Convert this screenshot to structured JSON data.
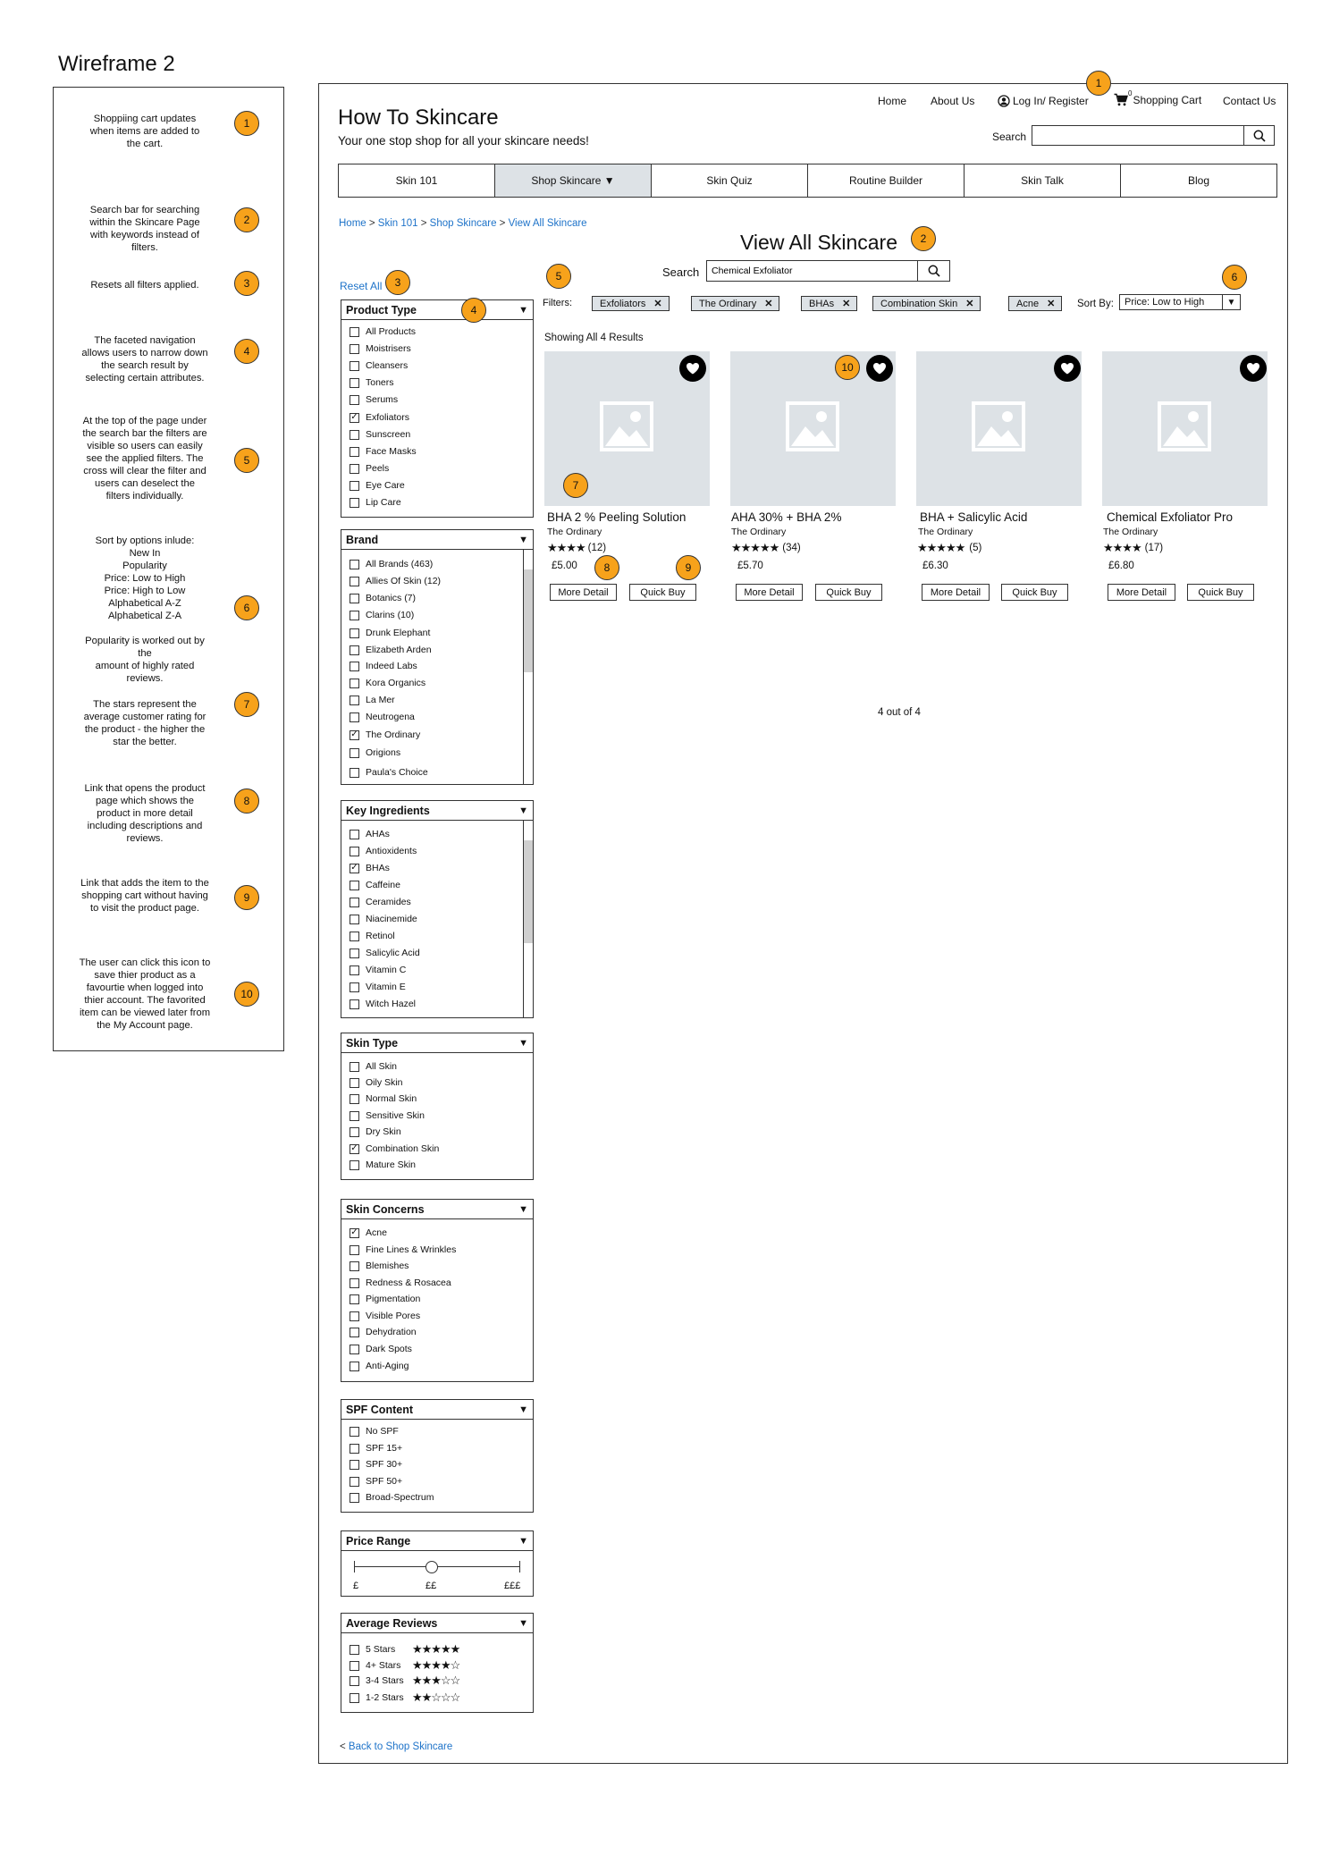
{
  "wireframe_title": "Wireframe 2",
  "notes": [
    {
      "num": "1",
      "lines": [
        "Shoppiing cart updates",
        "when items are added to",
        "the cart."
      ]
    },
    {
      "num": "2",
      "lines": [
        "Search bar for searching",
        "within the Skincare Page",
        "with keywords instead of",
        "filters."
      ]
    },
    {
      "num": "3",
      "lines": [
        "Resets all filters applied."
      ]
    },
    {
      "num": "4",
      "lines": [
        "The faceted navigation",
        "allows users to narrow down",
        "the search result by",
        "selecting certain attributes."
      ]
    },
    {
      "num": "5",
      "lines": [
        "At the top of the page under",
        "the search bar the filters are",
        "visible so users can easily",
        "see the applied filters. The",
        "cross will clear the filter and",
        "users can deselect the",
        "filters individually."
      ]
    },
    {
      "num": "6",
      "lines": [
        "Sort by options inlude:",
        "New In",
        "Popularity",
        "Price: Low to High",
        "Price: High to Low",
        "Alphabetical A-Z",
        "Alphabetical Z-A",
        "",
        "Popularity is worked out by the",
        "amount of highly rated reviews."
      ]
    },
    {
      "num": "7",
      "lines": [
        "The stars represent the",
        "average customer rating for",
        "the product -  the higher the",
        "star the better."
      ]
    },
    {
      "num": "8",
      "lines": [
        "Link that opens the product",
        "page which shows the",
        "product in more detail",
        "including descriptions and",
        "reviews."
      ]
    },
    {
      "num": "9",
      "lines": [
        "Link that adds the item to the",
        "shopping cart without having",
        "to visit the product page."
      ]
    },
    {
      "num": "10",
      "lines": [
        "The user can click this icon to",
        "save thier product as a",
        "favourtie when logged into",
        "thier account. The favorited",
        "item can be viewed later from",
        "the My Account page."
      ]
    }
  ],
  "site": {
    "title": "How To Skincare",
    "tagline": "Your one stop shop for all your skincare needs!"
  },
  "top_nav": {
    "home": "Home",
    "about": "About Us",
    "login": "Log In/ Register",
    "cart_count": "0",
    "cart": "Shopping Cart",
    "contact": "Contact Us"
  },
  "header_search": {
    "label": "Search",
    "value": "",
    "placeholder": ""
  },
  "main_nav": [
    "Skin 101",
    "Shop Skincare ▼",
    "Skin Quiz",
    "Routine Builder",
    "Skin Talk",
    "Blog"
  ],
  "main_nav_active": 1,
  "breadcrumb": {
    "home": "Home",
    "sep": " > ",
    "skin101": "Skin 101",
    "shop": "Shop Skincare",
    "current": "View All Skincare"
  },
  "page_title": "View All Skincare",
  "content_search": {
    "label": "Search",
    "value": "Chemical Exfoliator"
  },
  "reset_all": "Reset All",
  "filters_label": "Filters:",
  "active_filters": [
    "Exfoliators",
    "The Ordinary",
    "BHAs",
    "Combination Skin",
    "Acne"
  ],
  "sort": {
    "label": "Sort By:",
    "value": "Price: Low to High",
    "arrow": "▼"
  },
  "results_count": "Showing All 4 Results",
  "products": [
    {
      "name": "BHA 2 % Peeling Solution",
      "brand": "The Ordinary",
      "stars": "★★★★",
      "reviews": "(12)",
      "price": "£5.00",
      "more": "More Detail",
      "quick": "Quick Buy"
    },
    {
      "name": "AHA 30% + BHA 2%",
      "brand": "The Ordinary",
      "stars": "★★★★★",
      "reviews": "(34)",
      "price": "£5.70",
      "more": "More Detail",
      "quick": "Quick Buy"
    },
    {
      "name": "BHA + Salicylic Acid",
      "brand": "The Ordinary",
      "stars": "★★★★★",
      "reviews": "(5)",
      "price": "£6.30",
      "more": "More Detail",
      "quick": "Quick Buy"
    },
    {
      "name": "Chemical Exfoliator Pro",
      "brand": "The Ordinary",
      "stars": "★★★★",
      "reviews": "(17)",
      "price": "£6.80",
      "more": "More Detail",
      "quick": "Quick Buy"
    }
  ],
  "pagination": "4 out of 4",
  "back_link": {
    "prefix": "< ",
    "text": "Back to Shop Skincare"
  },
  "facets": {
    "product_type": {
      "title": "Product Type",
      "arrow": "▼",
      "options": [
        {
          "label": "All Products",
          "checked": false
        },
        {
          "label": "Moistrisers",
          "checked": false
        },
        {
          "label": "Cleansers",
          "checked": false
        },
        {
          "label": "Toners",
          "checked": false
        },
        {
          "label": "Serums",
          "checked": false
        },
        {
          "label": "Exfoliators",
          "checked": true
        },
        {
          "label": "Sunscreen",
          "checked": false
        },
        {
          "label": "Face Masks",
          "checked": false
        },
        {
          "label": "Peels",
          "checked": false
        },
        {
          "label": "Eye Care",
          "checked": false
        },
        {
          "label": "Lip Care",
          "checked": false
        }
      ]
    },
    "brand": {
      "title": "Brand",
      "arrow": "▼",
      "options": [
        {
          "label": "All Brands (463)",
          "checked": false
        },
        {
          "label": "Allies Of Skin (12)",
          "checked": false
        },
        {
          "label": "Botanics (7)",
          "checked": false
        },
        {
          "label": "Clarins (10)",
          "checked": false
        },
        {
          "label": "Drunk Elephant",
          "checked": false
        },
        {
          "label": "Elizabeth Arden",
          "checked": false
        },
        {
          "label": "Indeed Labs",
          "checked": false
        },
        {
          "label": "Kora Organics",
          "checked": false
        },
        {
          "label": "La Mer",
          "checked": false
        },
        {
          "label": "Neutrogena",
          "checked": false
        },
        {
          "label": "The Ordinary",
          "checked": true
        },
        {
          "label": "Origions",
          "checked": false
        },
        {
          "label": "Paula's Choice",
          "checked": false
        }
      ]
    },
    "key_ingredients": {
      "title": "Key Ingredients",
      "arrow": "▼",
      "options": [
        {
          "label": "AHAs",
          "checked": false
        },
        {
          "label": "Antioxidents",
          "checked": false
        },
        {
          "label": "BHAs",
          "checked": true
        },
        {
          "label": "Caffeine",
          "checked": false
        },
        {
          "label": "Ceramides",
          "checked": false
        },
        {
          "label": "Niacinemide",
          "checked": false
        },
        {
          "label": "Retinol",
          "checked": false
        },
        {
          "label": "Salicylic Acid",
          "checked": false
        },
        {
          "label": "Vitamin C",
          "checked": false
        },
        {
          "label": "Vitamin E",
          "checked": false
        },
        {
          "label": "Witch Hazel",
          "checked": false
        }
      ]
    },
    "skin_type": {
      "title": "Skin Type",
      "arrow": "▼",
      "options": [
        {
          "label": "All Skin",
          "checked": false
        },
        {
          "label": "Oily Skin",
          "checked": false
        },
        {
          "label": "Normal Skin",
          "checked": false
        },
        {
          "label": "Sensitive Skin",
          "checked": false
        },
        {
          "label": "Dry Skin",
          "checked": false
        },
        {
          "label": "Combination Skin",
          "checked": true
        },
        {
          "label": "Mature Skin",
          "checked": false
        }
      ]
    },
    "skin_concerns": {
      "title": "Skin Concerns",
      "arrow": "▼",
      "options": [
        {
          "label": "Acne",
          "checked": true
        },
        {
          "label": "Fine Lines & Wrinkles",
          "checked": false
        },
        {
          "label": "Blemishes",
          "checked": false
        },
        {
          "label": "Redness & Rosacea",
          "checked": false
        },
        {
          "label": "Pigmentation",
          "checked": false
        },
        {
          "label": "Visible Pores",
          "checked": false
        },
        {
          "label": "Dehydration",
          "checked": false
        },
        {
          "label": "Dark Spots",
          "checked": false
        },
        {
          "label": "Anti-Aging",
          "checked": false
        }
      ]
    },
    "spf": {
      "title": "SPF Content",
      "arrow": "▼",
      "options": [
        {
          "label": "No SPF",
          "checked": false
        },
        {
          "label": "SPF 15+",
          "checked": false
        },
        {
          "label": "SPF 30+",
          "checked": false
        },
        {
          "label": "SPF 50+",
          "checked": false
        },
        {
          "label": "Broad-Spectrum",
          "checked": false
        }
      ]
    },
    "price_range": {
      "title": "Price Range",
      "arrow": "▼",
      "labels": [
        "£",
        "££",
        "£££"
      ],
      "value_fraction": 0.47
    },
    "reviews": {
      "title": "Average Reviews",
      "arrow": "▼",
      "options": [
        {
          "label": "5 Stars",
          "filled": 5,
          "checked": false
        },
        {
          "label": "4+ Stars",
          "filled": 4,
          "checked": false
        },
        {
          "label": "3-4 Stars",
          "filled": 3,
          "checked": false
        },
        {
          "label": "1-2 Stars",
          "filled": 2,
          "checked": false
        }
      ]
    }
  },
  "colors": {
    "badge": "#f7a21b",
    "placeholder": "#dde2e6",
    "link": "#1e73c9",
    "active_tab": "#dde2e6"
  }
}
